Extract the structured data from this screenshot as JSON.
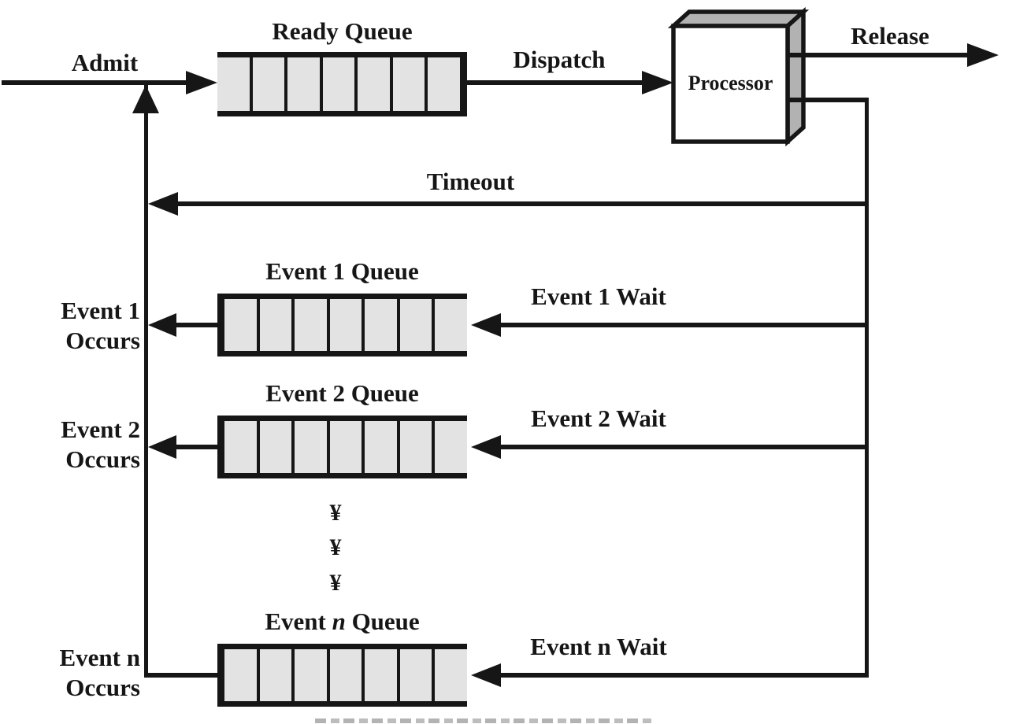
{
  "diagram_type": "process-scheduling-queuing-diagram",
  "labels": {
    "admit": "Admit",
    "dispatch": "Dispatch",
    "release": "Release",
    "timeout": "Timeout",
    "processor": "Processor"
  },
  "ready_queue": {
    "title": "Ready Queue",
    "cells": 7
  },
  "events": [
    {
      "queue_title_parts": [
        "Event ",
        "1",
        " Queue"
      ],
      "wait_label": "Event 1 Wait",
      "occurs_line1": "Event 1",
      "occurs_line2": "Occurs",
      "cells": 7
    },
    {
      "queue_title_parts": [
        "Event ",
        "2",
        " Queue"
      ],
      "wait_label": "Event 2 Wait",
      "occurs_line1": "Event 2",
      "occurs_line2": "Occurs",
      "cells": 7
    },
    {
      "queue_title_parts": [
        "Event ",
        "n",
        " Queue"
      ],
      "wait_label": "Event n Wait",
      "occurs_line1": "Event n",
      "occurs_line2": "Occurs",
      "cells": 7
    }
  ],
  "ellipsis": [
    "¥",
    "¥",
    "¥"
  ],
  "colors": {
    "line": "#161616",
    "queue_fill": "#e3e3e3",
    "processor_side_fill": "#b2b2b2",
    "processor_front_fill": "#ffffff",
    "caption_remnant_gray": "#b3b3b3"
  }
}
